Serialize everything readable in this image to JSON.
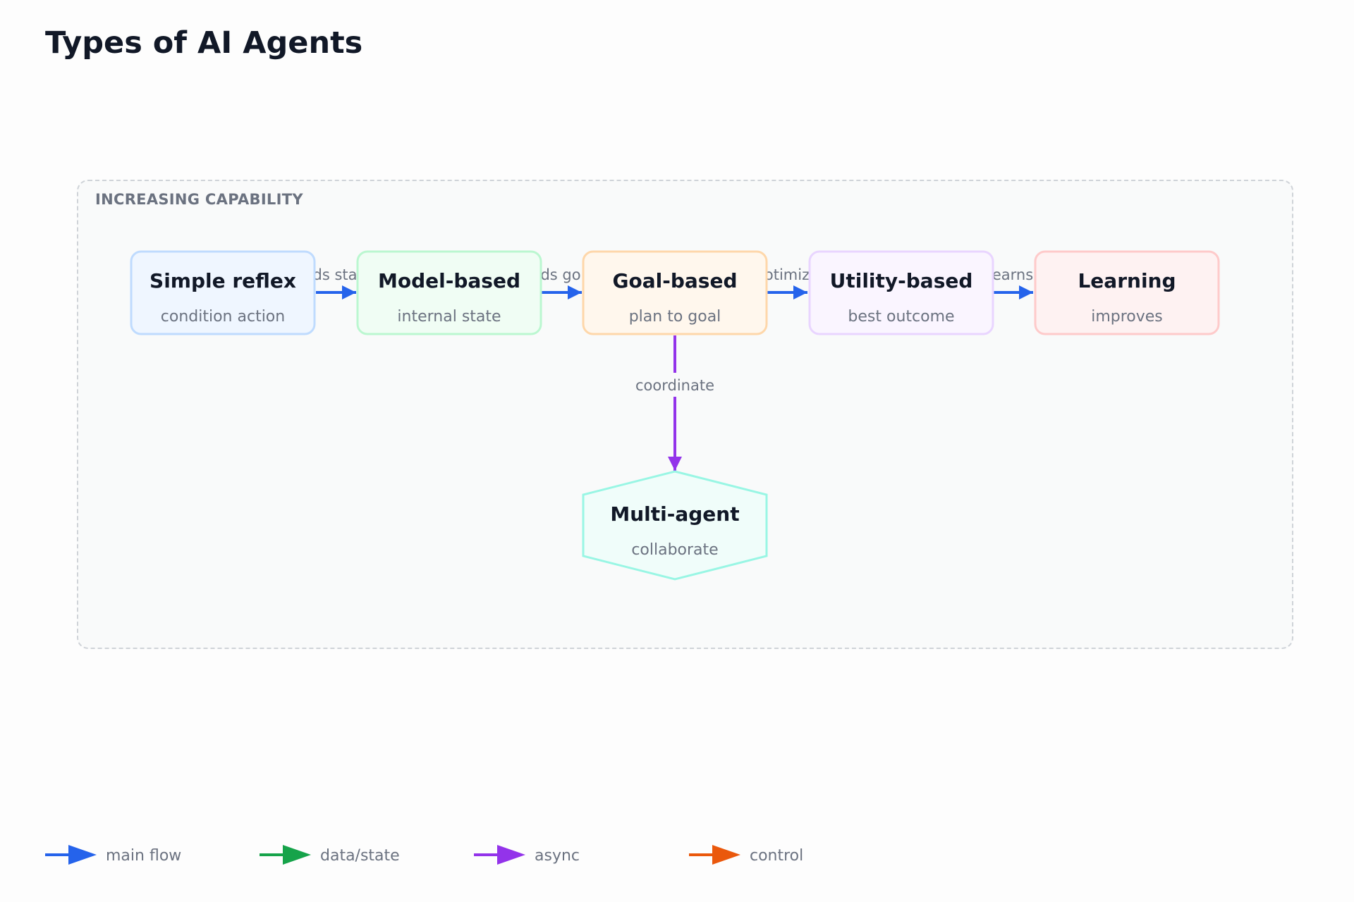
{
  "title": "Types of AI Agents",
  "group": {
    "label": "INCREASING CAPABILITY"
  },
  "nodes": {
    "simple_reflex": {
      "title": "Simple reflex",
      "subtitle": "condition action"
    },
    "model_based": {
      "title": "Model-based",
      "subtitle": "internal state"
    },
    "goal_based": {
      "title": "Goal-based",
      "subtitle": "plan to goal"
    },
    "utility_based": {
      "title": "Utility-based",
      "subtitle": "best outcome"
    },
    "learning": {
      "title": "Learning",
      "subtitle": "improves"
    },
    "multi_agent": {
      "title": "Multi-agent",
      "subtitle": "collaborate"
    }
  },
  "edges": {
    "e1": {
      "label": "ds sta"
    },
    "e2": {
      "label": "ds go"
    },
    "e3": {
      "label": "otimiz"
    },
    "e4": {
      "label": "earns"
    },
    "e5": {
      "label": "coordinate"
    }
  },
  "legend": {
    "main_flow": "main flow",
    "data_state": "data/state",
    "async": "async",
    "control": "control"
  },
  "colors": {
    "main_flow": "#2563eb",
    "data_state": "#16a34a",
    "async": "#9333ea",
    "control": "#ea580c",
    "simple_reflex_fill": "#eff6ff",
    "simple_reflex_stroke": "#bfdbfe",
    "model_based_fill": "#f0fdf4",
    "model_based_stroke": "#bbf7d0",
    "goal_based_fill": "#fff7ed",
    "goal_based_stroke": "#fed7aa",
    "utility_based_fill": "#faf5ff",
    "utility_based_stroke": "#e9d5ff",
    "learning_fill": "#fef2f2",
    "learning_stroke": "#fecaca",
    "multi_agent_fill": "#f0fdfa",
    "multi_agent_stroke": "#99f6e4"
  }
}
